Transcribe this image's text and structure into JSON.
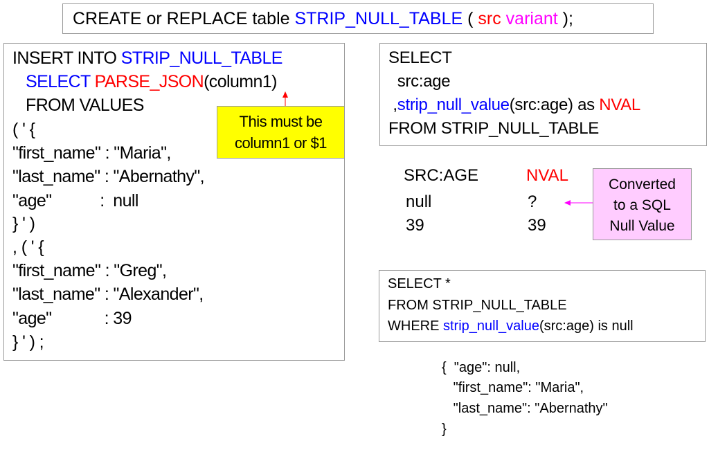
{
  "create_stmt": {
    "kw": "CREATE or REPLACE table ",
    "table": "STRIP_NULL_TABLE",
    "open": " ( ",
    "col": "src",
    "type": " variant",
    "close": " );"
  },
  "insert_stmt": {
    "l1_kw": "INSERT INTO ",
    "l1_table": "STRIP_NULL_TABLE",
    "l2_select": "   SELECT ",
    "l2_func": "PARSE_JSON",
    "l2_arg": "(column1)",
    "l3": "   FROM VALUES",
    "lines": [
      "( ' {",
      "\"first_name\" : \"Maria\",",
      "\"last_name\" : \"Abernathy\",",
      "\"age\"           :  null",
      "} ' )",
      ", ( ' {",
      "\"first_name\" : \"Greg\",",
      "\"last_name\" : \"Alexander\",",
      "\"age\"            : 39",
      "} ' ) ;"
    ]
  },
  "callout_yellow": {
    "line1": "This must be",
    "line2": "column1 or $1"
  },
  "select_stmt": {
    "l1": "SELECT",
    "l2": "  src:age",
    "l3_pre": " ,",
    "l3_func": "strip_null_value",
    "l3_mid": "(src:age) as ",
    "l3_alias": "NVAL",
    "l4": "FROM STRIP_NULL_TABLE"
  },
  "result": {
    "headers": [
      "SRC:AGE",
      "NVAL"
    ],
    "rows": [
      [
        "null",
        "?"
      ],
      [
        "39",
        "39"
      ]
    ]
  },
  "callout_pink": {
    "line1": "Converted",
    "line2": "to a SQL",
    "line3": "Null Value"
  },
  "where_stmt": {
    "l1": "SELECT *",
    "l2": "FROM STRIP_NULL_TABLE",
    "l3_pre": "WHERE ",
    "l3_func": "strip_null_value",
    "l3_post": "(src:age) is null"
  },
  "json_result": [
    "{  \"age\": null,",
    "   \"first_name\": \"Maria\",",
    "   \"last_name\": \"Abernathy\"",
    "}"
  ],
  "colors": {
    "keyword_blue": "#0000ff",
    "highlight_red": "#ff0000",
    "type_magenta": "#ff00ff",
    "yellow": "#ffff00",
    "pink": "#ffccff"
  }
}
